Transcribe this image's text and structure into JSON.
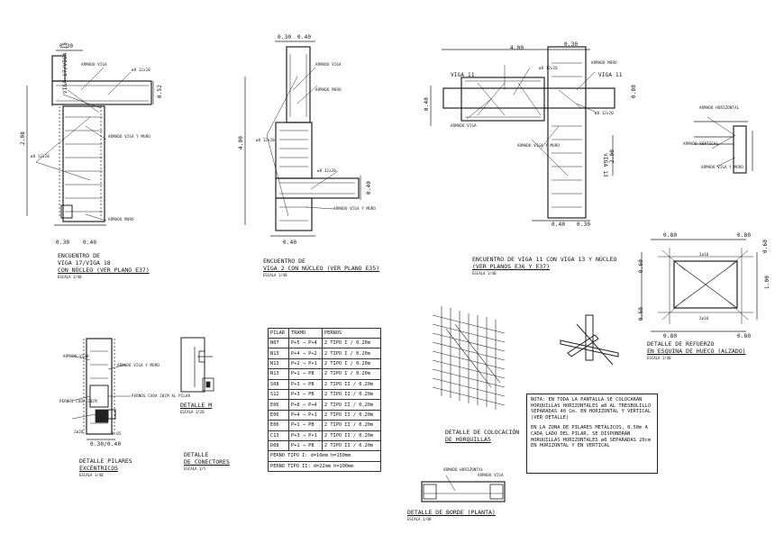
{
  "details": {
    "d1": {
      "title": [
        "ENCUENTRO DE",
        "VIGA 17/VIGA 18",
        "CON NÚCLEO (VER PLANO E37)"
      ],
      "scale": "ESCALA 1/40",
      "dims": [
        "0.30",
        "2.08",
        "0.52",
        "0.30",
        "0.40"
      ],
      "beam_label": "VIGA 17/VIGA 18",
      "notes": [
        "ARMADO VIGA",
        "ARMADO VIGA Y MURO",
        "ARMADO MURO",
        "ø8 12x20",
        "ø8 12x20"
      ]
    },
    "d2": {
      "title": [
        "ENCUENTRO DE",
        "VIGA 2 CON NÚCLEO (VER PLANO E35)"
      ],
      "scale": "ESCALA 1/40",
      "dims": [
        "0.30",
        "0.40",
        "4.00",
        "0.40",
        "0.40"
      ],
      "notes": [
        "ARMADO VIGA",
        "ARMADO VIGA Y MURO",
        "ARMADO MURO",
        "ø8 12x20",
        "ø8 12x20"
      ]
    },
    "d3": {
      "title": [
        "ENCUENTRO DE VIGA 11 CON VIGA 13 Y NÚCLEO",
        "(VER PLANOS E36 Y E37)"
      ],
      "scale": "ESCALA 1/40",
      "dims": [
        "4.00",
        "0.30",
        "0.40",
        "0.40",
        "0.30",
        "0.80",
        "2.00"
      ],
      "beams": [
        "VIGA 11",
        "VIGA 11",
        "VIGA 13"
      ],
      "notes": [
        "ARMADO VIGA",
        "ARMADO VIGA Y MURO",
        "ARMADO MURO",
        "ø8 12x20",
        "ø8 12x20"
      ]
    },
    "d4": {
      "notes": [
        "ARMADO HORIZONTAL",
        "ARMADO VERTICAL",
        "ARMADO VIGA Y MURO"
      ]
    },
    "hueco": {
      "title": [
        "DETALLE DE REFUERZO",
        "EN ESQUINA DE HUECO (ALZADO)"
      ],
      "scale": "ESCALA 1/40",
      "dims": [
        "0.80",
        "0.80",
        "0.60",
        "0.60",
        "1.00",
        "0.80",
        "0.80",
        "0.60"
      ],
      "bars": [
        "2ø16",
        "2ø16"
      ]
    },
    "pilares": {
      "title": [
        "DETALLE PILARES",
        "EXCÉNTRICOS"
      ],
      "scale": "ESCALA 1/40",
      "dims": [
        "0.30/0.40",
        "0.05"
      ],
      "notes": [
        "ARMADO VIGA",
        "ARMADO VIGA Y MURO",
        "PERNOS CADA 20CM AL PILAR",
        "PERNOS CADA 20CM",
        "2ø20"
      ]
    },
    "conectores": {
      "title_a": "DETALLE M",
      "scale_a": "ESCALA 1/20",
      "title_b": [
        "DETALLE",
        "DE CONECTORES"
      ],
      "scale_b": "ESCALA 1/5"
    },
    "horquillas": {
      "title": [
        "DETALLE DE COLOCACIÓN",
        "DE HORQUILLAS"
      ]
    },
    "borde": {
      "title": "DETALLE DE BORDE (PLANTA)",
      "scale": "ESCALA 1/40",
      "notes": [
        "ARMADO HORIZONTAL",
        "ARMADO VIGA"
      ]
    }
  },
  "table": {
    "headers": [
      "PILAR",
      "TRAMO",
      "PERNOS"
    ],
    "rows": [
      [
        "N07",
        "P+5 → P+4",
        "2 TIPO I / 0.20m"
      ],
      [
        "N13",
        "P+4 → P+2",
        "2 TIPO I / 0.20m"
      ],
      [
        "N13",
        "P+2 → P+1",
        "2 TIPO I / 0.20m"
      ],
      [
        "N13",
        "P+1 → PB",
        "2 TIPO I / 0.20m"
      ],
      [
        "S08",
        "P+3 → PB",
        "2 TIPO II / 0.20m"
      ],
      [
        "S12",
        "P+3 → PB",
        "2 TIPO II / 0.20m"
      ],
      [
        "E06",
        "P+8 → P+4",
        "2 TIPO II / 0.20m"
      ],
      [
        "E06",
        "P+4 → P+1",
        "2 TIPO II / 0.20m"
      ],
      [
        "E06",
        "P+1 → PB",
        "2 TIPO II / 0.20m"
      ],
      [
        "C13",
        "P+3 → P+1",
        "2 TIPO II / 0.20m"
      ],
      [
        "D08",
        "P+1 → PB",
        "2 TIPO II / 0.20m"
      ]
    ],
    "footer": [
      "PERNO TIPO I: d=16mm h=150mm",
      "PERNO TIPO II: d=22mm h=100mm"
    ]
  },
  "note": {
    "p1": "NOTA: EN TODA LA PANTALLA SE COLOCARÁN HORQUILLAS HORIZONTALES ø8 AL TRESBOLILLO SEPARADAS 40 Cm. EN HORIZONTAL Y VERTICAL (VER DETALLE)",
    "p2": "EN LA ZONA DE PILARES METÁLICOS, 0.50m A CADA LADO DEL PILAR, SE DISPONDRÁN HORQUILLAS HORIZONTALES ø8 SEPARADAS 20cm EN HORIZONTAL Y EN VERTICAL"
  }
}
